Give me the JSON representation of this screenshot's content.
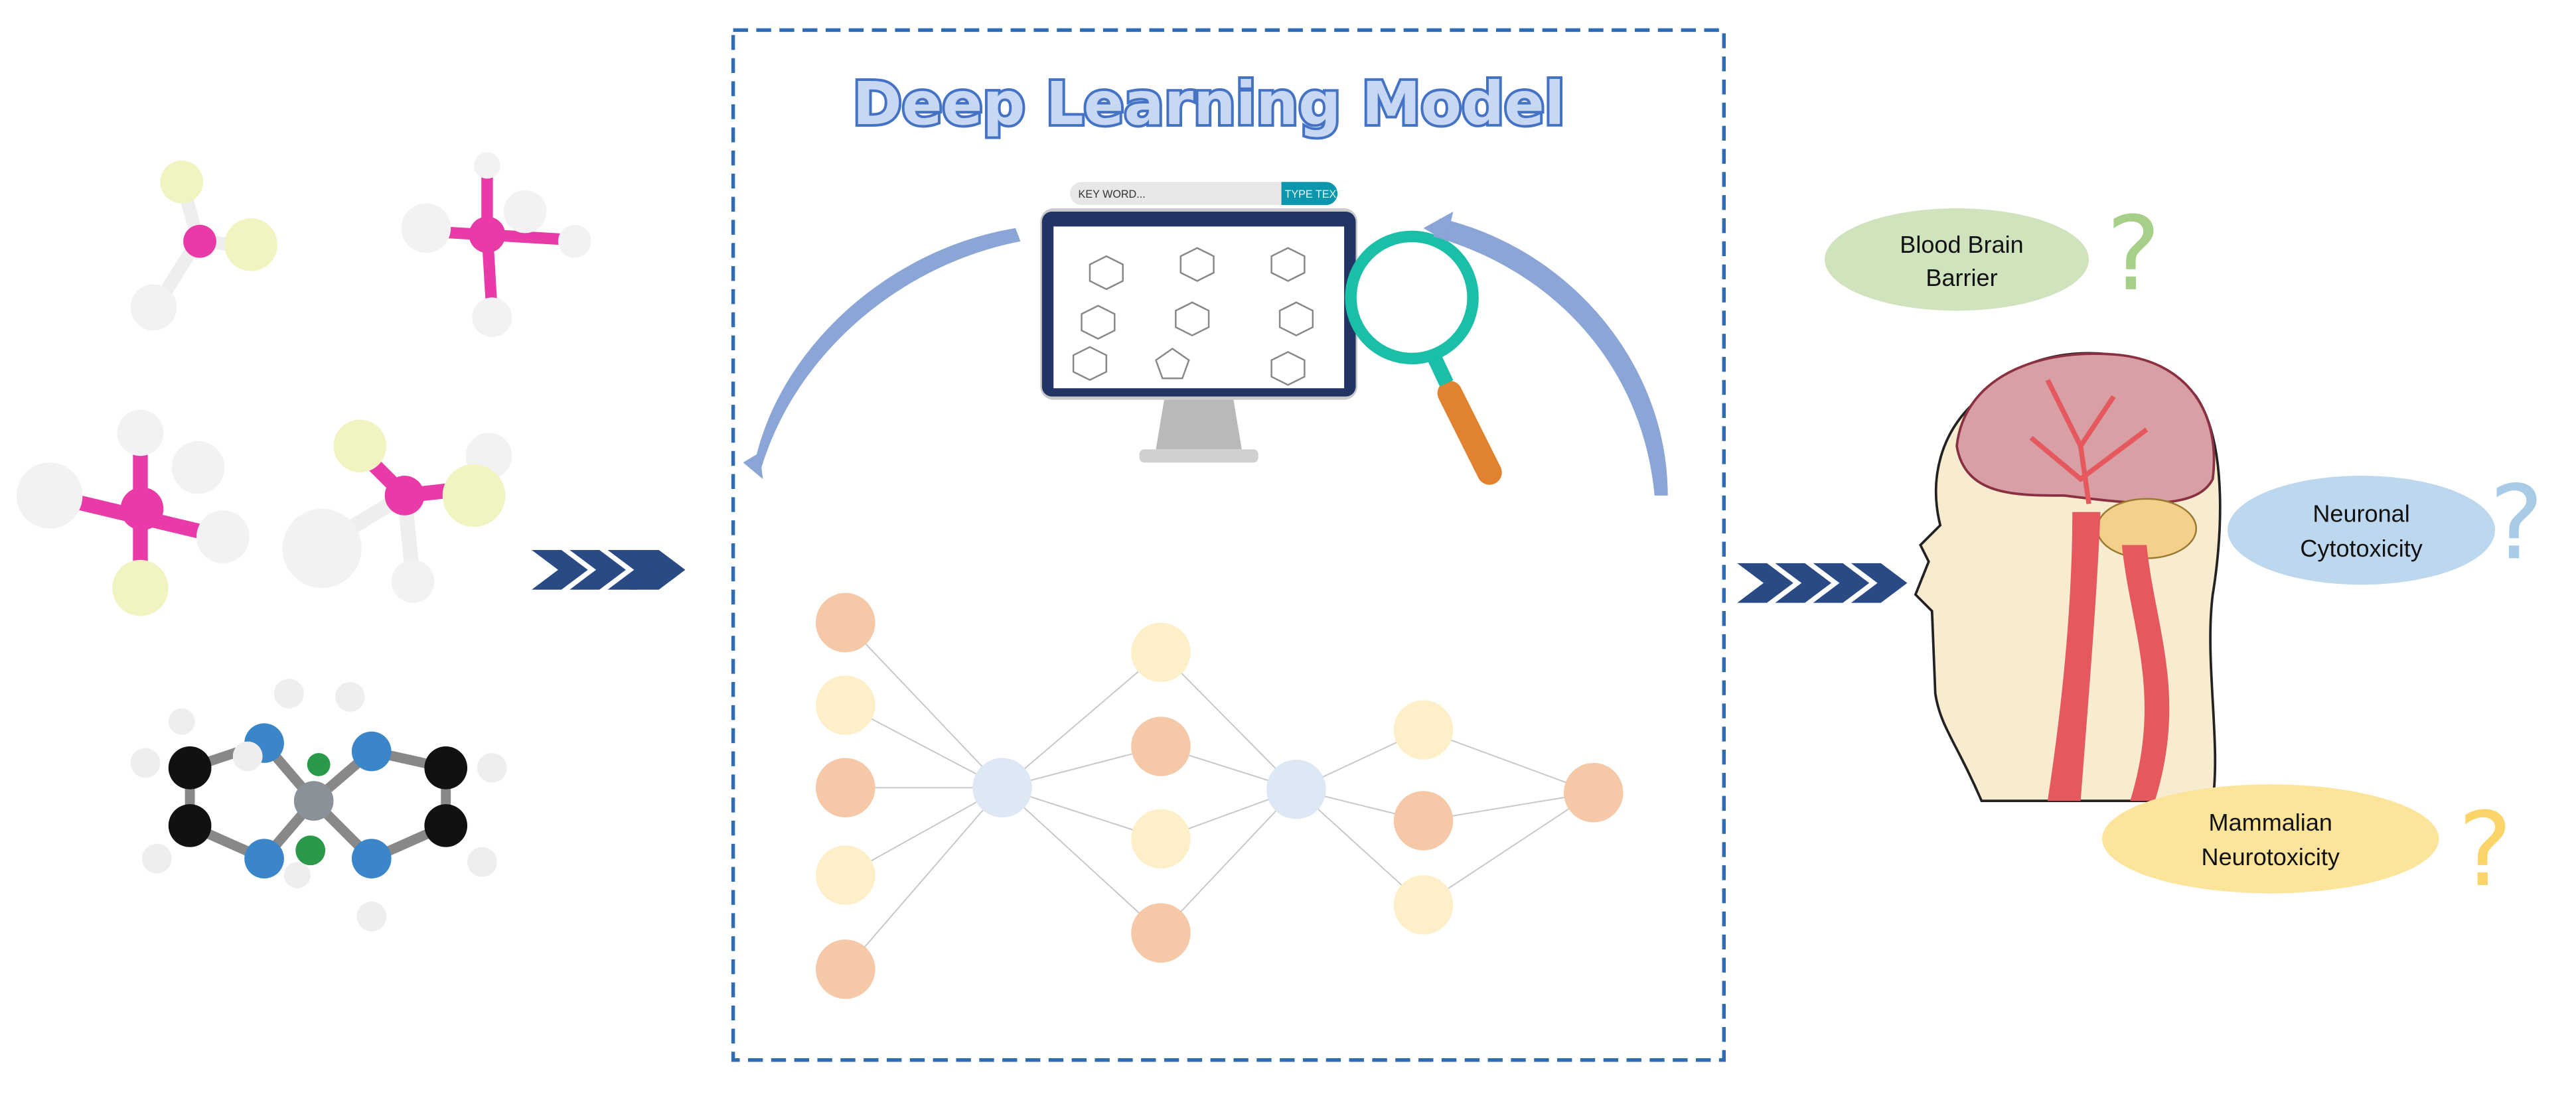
{
  "title": "Deep Learning Model",
  "search": {
    "placeholder": "KEY WORD...",
    "button_label": "TYPE TEXT"
  },
  "outputs": [
    {
      "label_line1": "Blood Brain",
      "label_line2": "Barrier",
      "color": "#cfe3bd",
      "q_color": "#a6cf8a"
    },
    {
      "label_line1": "Neuronal",
      "label_line2": "Cytotoxicity",
      "color": "#bdd7ee",
      "q_color": "#a8cbe8"
    },
    {
      "label_line1": "Mammalian",
      "label_line2": "Neurotoxicity",
      "color": "#fde49b",
      "q_color": "#fbd56a"
    }
  ],
  "question_mark": "?",
  "colors": {
    "title_blue": "#4472c4",
    "chevron": "#2a4a86",
    "node_orange": "#f5c9a8",
    "node_yellow": "#fdf0c8",
    "node_blue": "#dde8f4",
    "magnifier": "#1bbfa8",
    "search_button": "#0a96ad"
  }
}
